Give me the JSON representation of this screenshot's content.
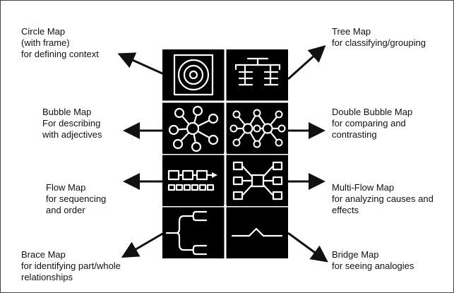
{
  "maps": {
    "circle": {
      "lines": [
        "Circle Map",
        "(with frame)",
        "for defining context"
      ],
      "icon": "circle-map-icon"
    },
    "tree": {
      "lines": [
        "Tree Map",
        "for classifying/grouping"
      ],
      "icon": "tree-map-icon"
    },
    "bubble": {
      "lines": [
        "Bubble Map",
        "For describing",
        "with adjectives"
      ],
      "icon": "bubble-map-icon"
    },
    "double_bubble": {
      "lines": [
        "Double Bubble Map",
        "for comparing and",
        "contrasting"
      ],
      "icon": "double-bubble-map-icon"
    },
    "flow": {
      "lines": [
        "Flow Map",
        "for sequencing",
        "and order"
      ],
      "icon": "flow-map-icon"
    },
    "multi_flow": {
      "lines": [
        "Multi-Flow Map",
        "for analyzing causes and",
        "effects"
      ],
      "icon": "multi-flow-map-icon"
    },
    "brace": {
      "lines": [
        "Brace Map",
        "for identifying part/whole",
        "relationships"
      ],
      "icon": "brace-map-icon"
    },
    "bridge": {
      "lines": [
        "Bridge Map",
        "for seeing analogies"
      ],
      "icon": "bridge-map-icon"
    }
  },
  "colors": {
    "tile": "#000000",
    "icon": "#ffffff",
    "text": "#111111",
    "arrow": "#111111"
  }
}
